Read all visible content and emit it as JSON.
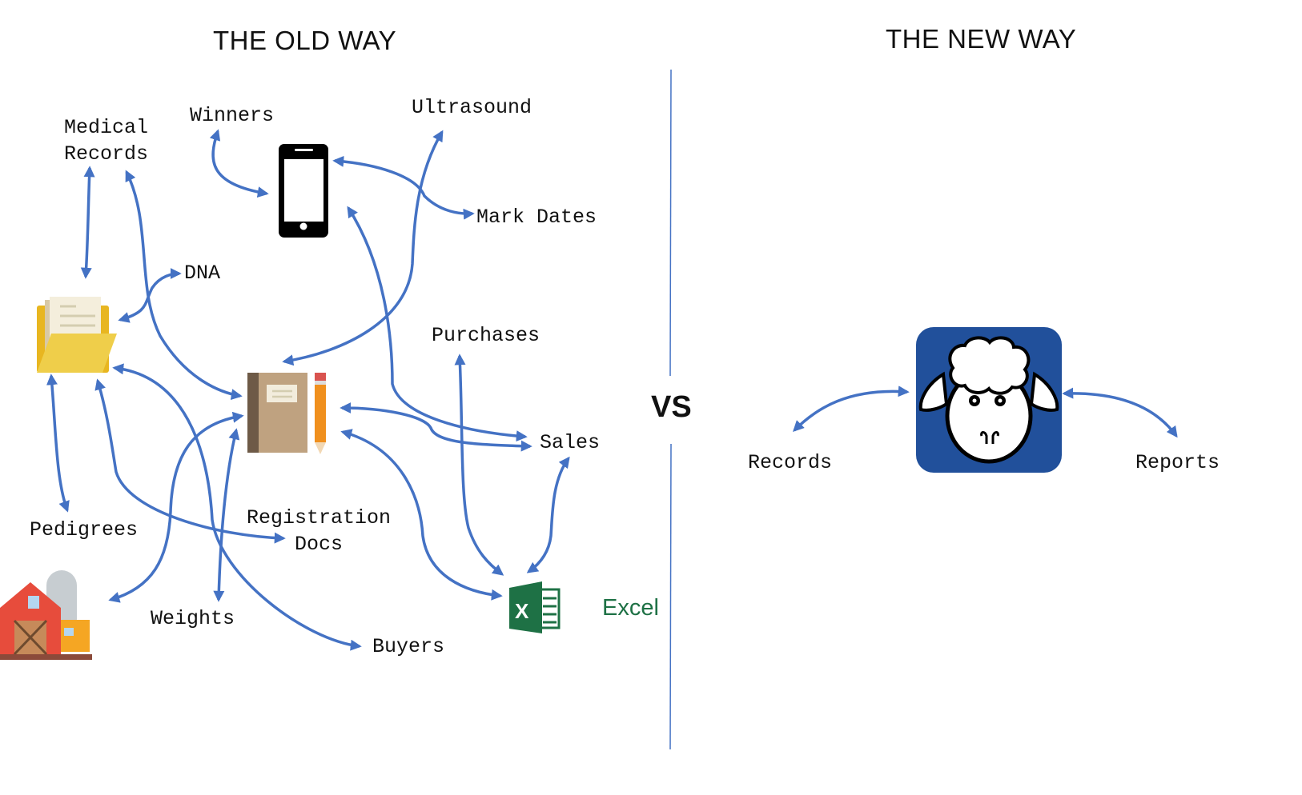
{
  "titles": {
    "old": "THE OLD WAY",
    "new": "THE NEW WAY",
    "vs": "VS"
  },
  "old_way": {
    "icons": [
      "folder-icon",
      "phone-icon",
      "notebook-icon",
      "barn-icon",
      "excel-icon"
    ],
    "excel_label": "Excel",
    "labels": {
      "medical": "Medical\nRecords",
      "winners": "Winners",
      "ultrasound": "Ultrasound",
      "mark_dates": "Mark Dates",
      "dna": "DNA",
      "purchases": "Purchases",
      "sales": "Sales",
      "pedigrees": "Pedigrees",
      "registration": "Registration\nDocs",
      "weights": "Weights",
      "buyers": "Buyers"
    }
  },
  "new_way": {
    "icon": "sheep-app-icon",
    "labels": {
      "records": "Records",
      "reports": "Reports"
    }
  },
  "colors": {
    "arrow": "#4472C4",
    "app_bg": "#21509B",
    "excel": "#1E7145"
  }
}
